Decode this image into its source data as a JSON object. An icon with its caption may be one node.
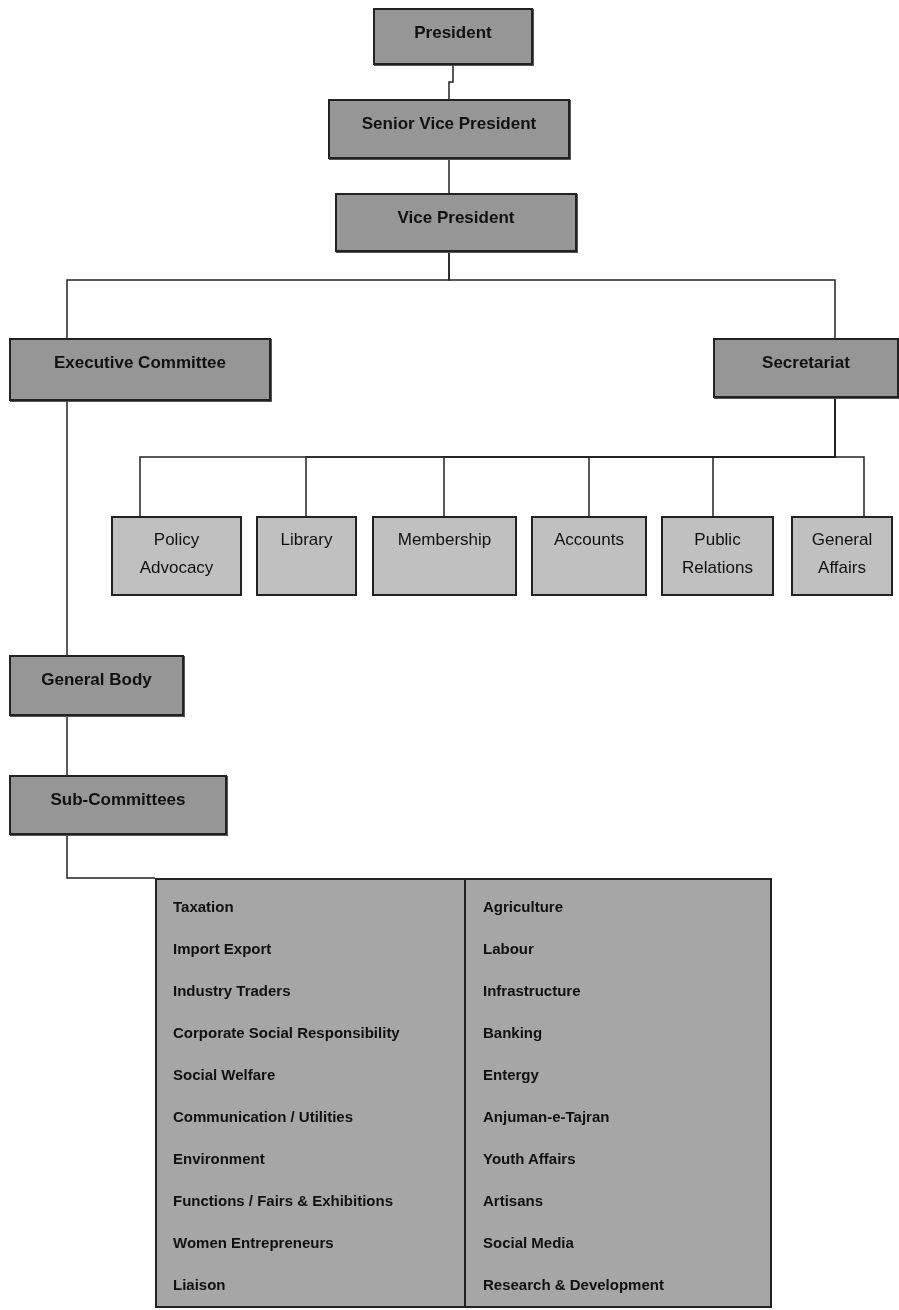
{
  "diagram": {
    "nodes": [
      {
        "text": [
          "President"
        ]
      },
      {
        "text": [
          "Senior Vice President"
        ]
      },
      {
        "text": [
          "Vice President"
        ]
      },
      {
        "text": [
          "Executive Committee"
        ]
      },
      {
        "text": [
          "Secretariat"
        ]
      },
      {
        "text": [
          "Policy Advocacy"
        ]
      },
      {
        "text": [
          "Library"
        ]
      },
      {
        "text": [
          "Membership"
        ]
      },
      {
        "text": [
          "Accounts"
        ]
      },
      {
        "text": [
          "Public Relations"
        ]
      },
      {
        "text": [
          "General Affairs"
        ]
      },
      {
        "text": [
          "General Body"
        ]
      },
      {
        "text": [
          "Sub-Committees"
        ]
      },
      {
        "text": [
          "Taxation",
          "Import Export",
          "Industry Traders",
          "Corporate Social Responsibility",
          "Social Welfare",
          "Communication / Utilities",
          "Environment",
          "Functions / Fairs & Exhibitions",
          "Women Entrepreneurs",
          "Liaison",
          "Agriculture",
          "Labour",
          "Infrastructure",
          "Banking",
          "Entergy",
          "Anjuman-e-Tajran",
          "Youth Affairs",
          "Artisans",
          "Social Media",
          "Research & Development"
        ]
      }
    ],
    "edges": [
      {
        "from": 0,
        "to": 1,
        "arrow": "none"
      },
      {
        "from": 1,
        "to": 2,
        "arrow": "none"
      },
      {
        "from": 2,
        "to": 3,
        "arrow": "none"
      },
      {
        "from": 2,
        "to": 4,
        "arrow": "none"
      },
      {
        "from": 4,
        "to": 5,
        "arrow": "none"
      },
      {
        "from": 4,
        "to": 6,
        "arrow": "none"
      },
      {
        "from": 4,
        "to": 7,
        "arrow": "none"
      },
      {
        "from": 4,
        "to": 8,
        "arrow": "none"
      },
      {
        "from": 4,
        "to": 9,
        "arrow": "none"
      },
      {
        "from": 4,
        "to": 10,
        "arrow": "none"
      },
      {
        "from": 3,
        "to": 11,
        "arrow": "none"
      },
      {
        "from": 11,
        "to": 12,
        "arrow": "none"
      },
      {
        "from": 12,
        "to": 13,
        "arrow": "none"
      }
    ]
  }
}
